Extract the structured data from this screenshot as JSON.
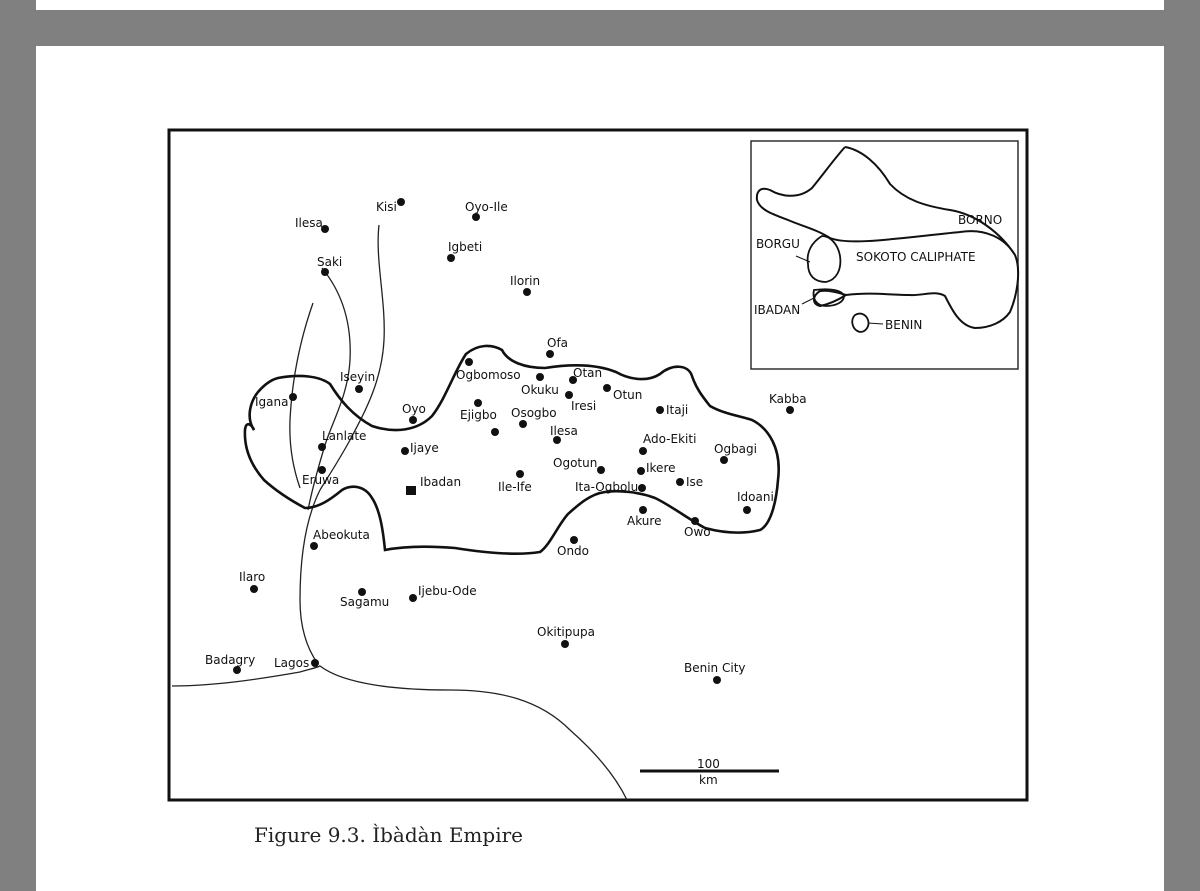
{
  "figure": {
    "caption": "Figure 9.3. Ìbàdàn Empire"
  },
  "towns": [
    {
      "id": "ilesa-north",
      "name": "Ilesa"
    },
    {
      "id": "kisi",
      "name": "Kisi"
    },
    {
      "id": "oyo-ile",
      "name": "Oyo-Ile"
    },
    {
      "id": "igbeti",
      "name": "Igbeti"
    },
    {
      "id": "saki",
      "name": "Saki"
    },
    {
      "id": "ilorin",
      "name": "Ilorin"
    },
    {
      "id": "ofa",
      "name": "Ofa"
    },
    {
      "id": "ogbomoso",
      "name": "Ogbomoso"
    },
    {
      "id": "okuku",
      "name": "Okuku"
    },
    {
      "id": "otan",
      "name": "Otan"
    },
    {
      "id": "otun",
      "name": "Otun"
    },
    {
      "id": "iresi",
      "name": "Iresi"
    },
    {
      "id": "iseyin",
      "name": "Iseyin"
    },
    {
      "id": "igana",
      "name": "Igana"
    },
    {
      "id": "oyo",
      "name": "Oyo"
    },
    {
      "id": "ejigbo",
      "name": "Ejigbo"
    },
    {
      "id": "osogbo",
      "name": "Osogbo"
    },
    {
      "id": "itaji",
      "name": "Itaji"
    },
    {
      "id": "kabba",
      "name": "Kabba"
    },
    {
      "id": "lanlate",
      "name": "Lanlate"
    },
    {
      "id": "ijaye",
      "name": "Ijaye"
    },
    {
      "id": "ilesa",
      "name": "Ilesa"
    },
    {
      "id": "ado-ekiti",
      "name": "Ado-Ekiti"
    },
    {
      "id": "ogbagi",
      "name": "Ogbagi"
    },
    {
      "id": "ogotun",
      "name": "Ogotun"
    },
    {
      "id": "ikere",
      "name": "Ikere"
    },
    {
      "id": "eruwa",
      "name": "Eruwa"
    },
    {
      "id": "ibadan",
      "name": "Ibadan"
    },
    {
      "id": "ile-ife",
      "name": "Ile-Ife"
    },
    {
      "id": "ita-ogbolu",
      "name": "Ita-Ogbolu"
    },
    {
      "id": "ise",
      "name": "Ise"
    },
    {
      "id": "idoani",
      "name": "Idoani"
    },
    {
      "id": "akure",
      "name": "Akure"
    },
    {
      "id": "owo",
      "name": "Owo"
    },
    {
      "id": "abeokuta",
      "name": "Abeokuta"
    },
    {
      "id": "ondo",
      "name": "Ondo"
    },
    {
      "id": "ilaro",
      "name": "Ilaro"
    },
    {
      "id": "sagamu",
      "name": "Sagamu"
    },
    {
      "id": "ijebu-ode",
      "name": "Ijebu-Ode"
    },
    {
      "id": "okitipupa",
      "name": "Okitipupa"
    },
    {
      "id": "badagry",
      "name": "Badagry"
    },
    {
      "id": "lagos",
      "name": "Lagos"
    },
    {
      "id": "benin-city",
      "name": "Benin City"
    }
  ],
  "inset": {
    "labels": {
      "borno": "BORNO",
      "borgu": "BORGU",
      "sokoto": "SOKOTO CALIPHATE",
      "ibadan": "IBADAN",
      "benin": "BENIN"
    }
  },
  "scale_bar": {
    "value": "100",
    "unit": "km"
  }
}
